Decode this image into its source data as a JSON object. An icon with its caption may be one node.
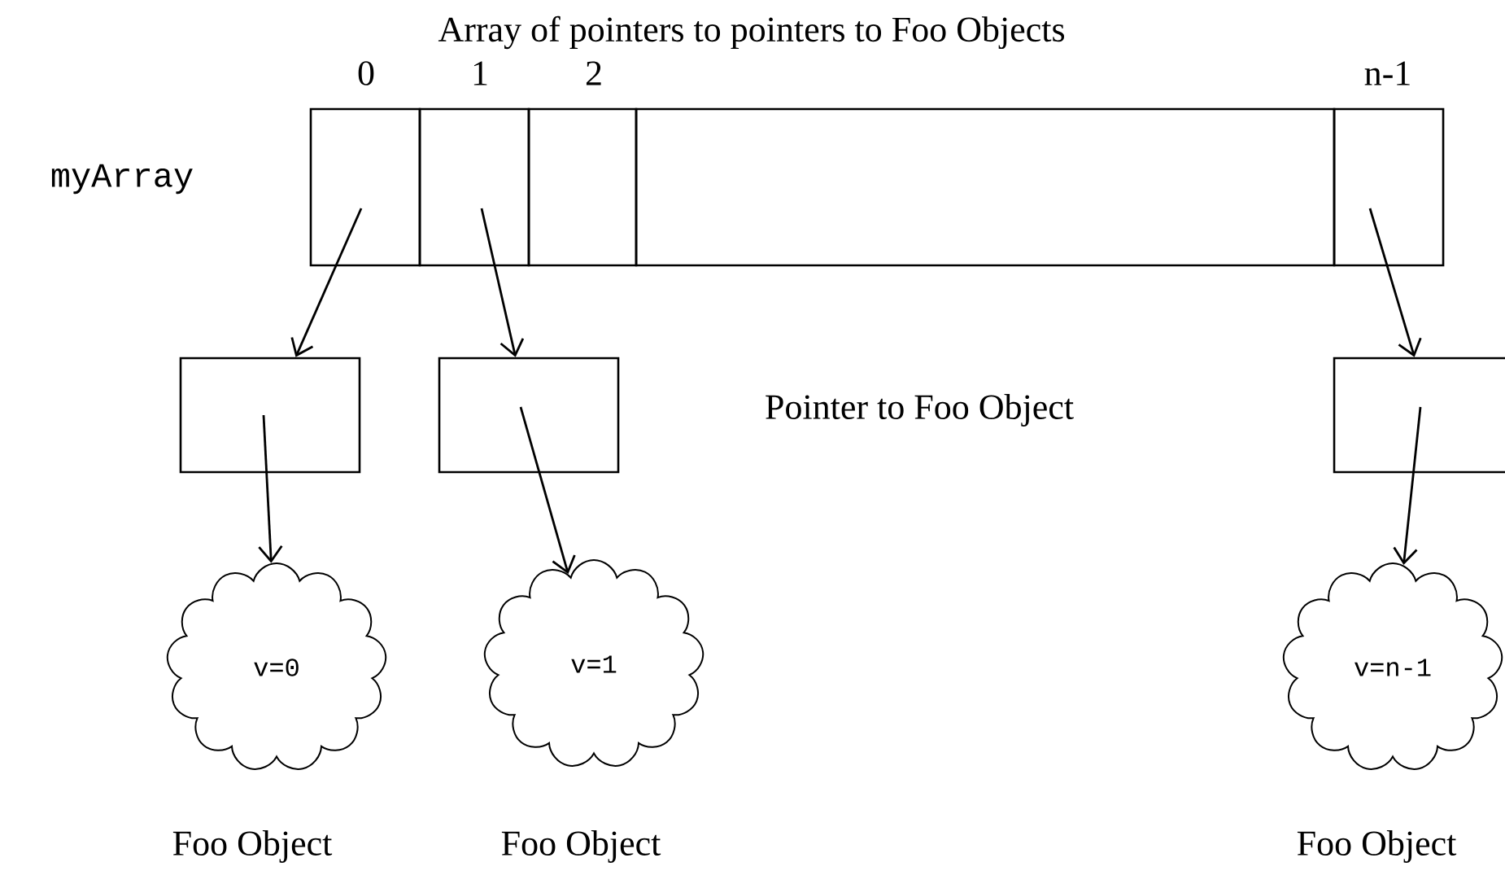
{
  "diagram": {
    "title": "Array of pointers to pointers to Foo Objects",
    "nodes": [
      {
        "text": [],
        "shape": "box",
        "beside": [
          "0"
        ]
      },
      {
        "text": [],
        "shape": "box",
        "beside": [
          "1"
        ]
      },
      {
        "text": [],
        "shape": "box",
        "beside": [
          "2"
        ]
      },
      {
        "text": [],
        "shape": "box"
      },
      {
        "text": [],
        "shape": "box",
        "beside": [
          "n-1"
        ]
      },
      {
        "text": [],
        "shape": "box"
      },
      {
        "text": [],
        "shape": "box"
      },
      {
        "text": [],
        "shape": "box"
      },
      {
        "text": [
          "v=0"
        ],
        "beside": [
          "Foo Object"
        ]
      },
      {
        "text": [
          "v=1"
        ],
        "beside": [
          "Foo Object"
        ]
      },
      {
        "text": [
          "v=n-1"
        ],
        "beside": [
          "Foo Object"
        ]
      }
    ],
    "edges": [
      {
        "from": 0,
        "to": 5,
        "arrow": "to"
      },
      {
        "from": 1,
        "to": 6,
        "arrow": "to"
      },
      {
        "from": 4,
        "to": 7,
        "arrow": "to"
      },
      {
        "from": 5,
        "to": 8,
        "arrow": "to"
      },
      {
        "from": 6,
        "to": 9,
        "arrow": "to"
      },
      {
        "from": 7,
        "to": 10,
        "arrow": "to"
      }
    ],
    "labels": [
      "myArray",
      "Pointer to Foo Object"
    ]
  }
}
